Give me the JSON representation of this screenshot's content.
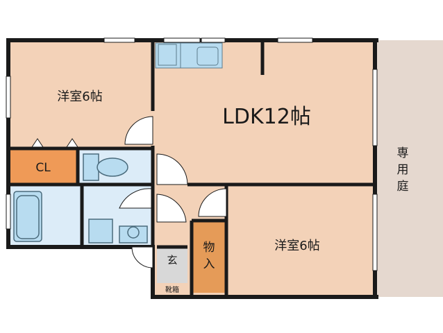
{
  "rooms": {
    "western_room_north": "洋室6帖",
    "ldk": "LDK12帖",
    "closet": "CL",
    "western_room_south": "洋室6帖",
    "storage": "物入",
    "entrance": "玄",
    "shoe_box": "靴箱",
    "private_garden": "専用庭"
  },
  "colors": {
    "wall": "#1a1a1a",
    "room_floor": "#f3d2b8",
    "wet_area": "#dcecf8",
    "fixture": "#b8dcf0",
    "closet": "#ef9a57",
    "storage": "#e59b58",
    "entrance": "#d8d8d8",
    "garden": "#e5d8cf",
    "window": "#ffffff"
  }
}
